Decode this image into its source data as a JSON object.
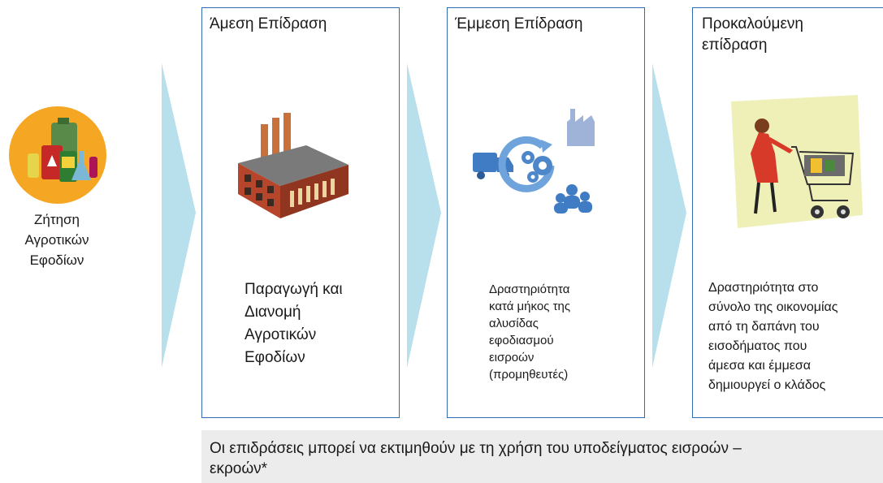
{
  "start": {
    "label_lines": [
      "Ζήτηση",
      "Αγροτικών",
      "Εφοδίων"
    ],
    "icon": "agri-chemicals-icon"
  },
  "boxes": [
    {
      "title_lines": [
        "Άμεση Επίδραση"
      ],
      "icon": "factory-icon",
      "body_lines": [
        "Παραγωγή και",
        "Διανομή",
        "Αγροτικών",
        "Εφοδίων"
      ]
    },
    {
      "title_lines": [
        "Έμμεση Επίδραση"
      ],
      "icon": "supply-chain-icon",
      "body_lines": [
        "Δραστηριότητα",
        "κατά μήκος της",
        "αλυσίδας",
        "εφοδιασμού",
        "εισροών",
        "(προμηθευτές)"
      ]
    },
    {
      "title_lines": [
        "Προκαλούμενη",
        "επίδραση"
      ],
      "icon": "shopper-cart-icon",
      "body_lines": [
        "Δραστηριότητα στο",
        "σύνολο της οικονομίας",
        "από τη δαπάνη του",
        "εισοδήματος που",
        "άμεσα και έμμεσα",
        "δημιουργεί ο κλάδος"
      ]
    }
  ],
  "footer": {
    "lines": [
      "Οι επιδράσεις μπορεί να εκτιμηθούν με τη χρήση του υποδείγματος εισροών –",
      "εκροών*"
    ]
  },
  "colors": {
    "box_border": "#2f6db5",
    "chevron": "#b7e0ec",
    "footer_bg": "#ececec",
    "circle": "#f5a623"
  }
}
